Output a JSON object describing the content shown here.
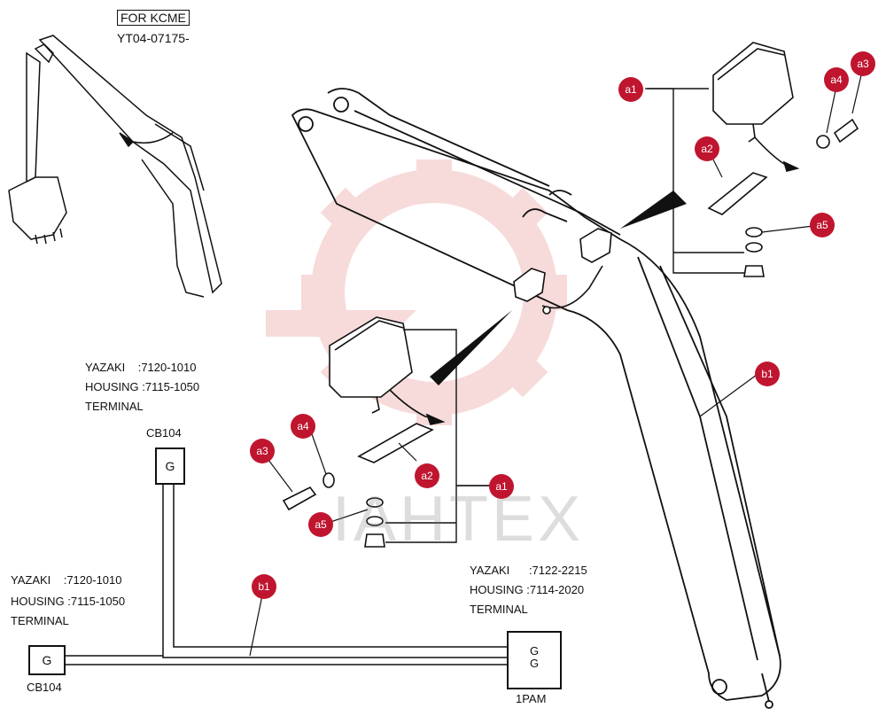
{
  "header": {
    "tag": "FOR KCME",
    "serial": "YT04-07175-"
  },
  "watermark": {
    "text": "IAHTEX"
  },
  "specs": [
    {
      "lines": [
        "YAZAKI    :7120-1010",
        "HOUSING :7115-1050",
        "TERMINAL"
      ],
      "connector": "CB104"
    },
    {
      "lines": [
        "YAZAKI    :7120-1010",
        "HOUSING :7115-1050",
        "TERMINAL"
      ],
      "connector": "CB104"
    },
    {
      "lines": [
        "YAZAKI      :7122-2215",
        "HOUSING :7114-2020",
        "TERMINAL"
      ],
      "connector": "1PAM"
    }
  ],
  "connectors": {
    "g": "G",
    "gg_top": "G",
    "gg_bottom": "G"
  },
  "callouts": {
    "a1_top": "a1",
    "a2_top": "a2",
    "a3_top": "a3",
    "a4_top": "a4",
    "a5_top": "a5",
    "b1_top": "b1",
    "a1_bot": "a1",
    "a2_bot": "a2",
    "a3_bot": "a3",
    "a4_bot": "a4",
    "a5_bot": "a5",
    "b1_bot": "b1"
  },
  "colors": {
    "callout": "#c0152f",
    "line": "#111111",
    "watermark_red": "#e9a3a3"
  }
}
